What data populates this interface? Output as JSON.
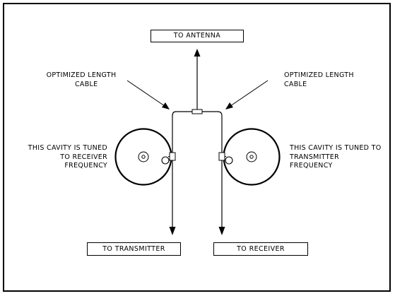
{
  "labels": {
    "antenna": "TO ANTENNA",
    "transmitter": "TO TRANSMITTER",
    "receiver": "TO RECEIVER"
  },
  "cable_notes": {
    "left": [
      "OPTIMIZED LENGTH",
      "CABLE"
    ],
    "right": [
      "OPTIMIZED LENGTH",
      "CABLE"
    ]
  },
  "cavity_notes": {
    "left": [
      "THIS CAVITY IS TUNED",
      "TO RECEIVER",
      "FREQUENCY"
    ],
    "right": [
      "THIS CAVITY IS TUNED TO",
      "TRANSMITTER",
      "FREQUENCY"
    ]
  }
}
